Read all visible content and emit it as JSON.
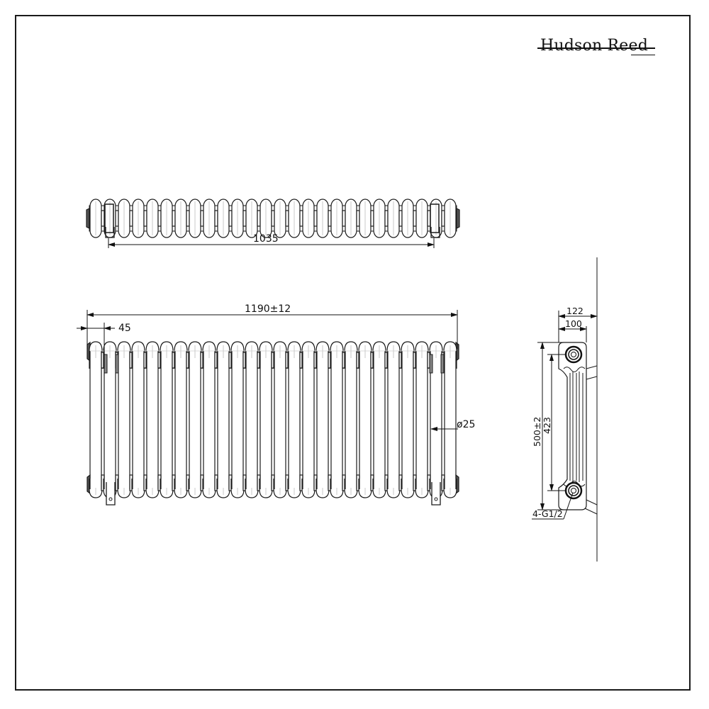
{
  "brand": {
    "name": "Hudson Reed"
  },
  "drawing": {
    "title": "Technical dimension drawing - 3 column horizontal radiator",
    "sections": 26,
    "top_view": {
      "bracket_centres": "1035"
    },
    "front_view": {
      "overall_width": "1190±12",
      "end_offset": "45",
      "column_diameter": "ø25"
    },
    "side_view": {
      "overall_depth": "122",
      "body_depth": "100",
      "overall_height": "500±2",
      "pipe_centres": "423",
      "connections": "4-G1/2"
    }
  },
  "colors": {
    "line": "#1a1a1a",
    "faint": "#9a9a9a",
    "background": "#ffffff"
  }
}
